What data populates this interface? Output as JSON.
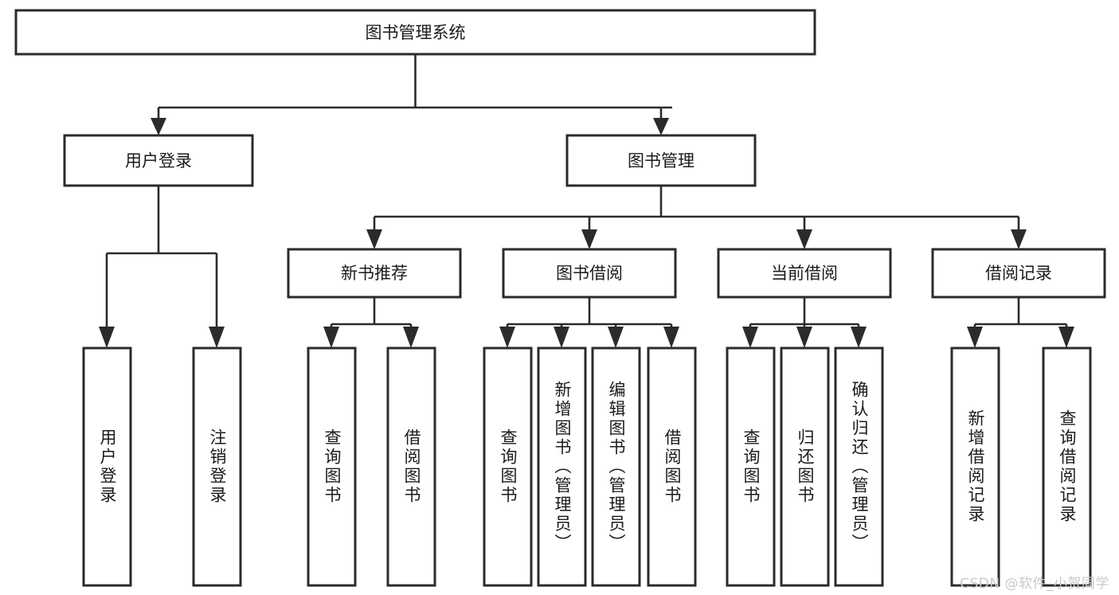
{
  "diagram": {
    "title": "图书管理系统",
    "type": "tree-hierarchy-chart",
    "watermark": "CSDN @软件_小贺同学",
    "colors": {
      "box_stroke": "#2b2b2b",
      "box_fill": "#ffffff",
      "text": "#1b1b1b",
      "connector": "#2b2b2b",
      "watermark": "#c9c9c9",
      "background": "#ffffff"
    },
    "root": {
      "label": "图书管理系统"
    },
    "level2": [
      {
        "id": "user-login",
        "label": "用户登录"
      },
      {
        "id": "book-manage",
        "label": "图书管理"
      }
    ],
    "level3": [
      {
        "id": "new-book-recommend",
        "label": "新书推荐",
        "parent": "book-manage"
      },
      {
        "id": "book-borrow",
        "label": "图书借阅",
        "parent": "book-manage"
      },
      {
        "id": "current-borrow",
        "label": "当前借阅",
        "parent": "book-manage"
      },
      {
        "id": "borrow-record",
        "label": "借阅记录",
        "parent": "book-manage"
      }
    ],
    "leaves": {
      "user-login": [
        {
          "id": "leaf-user-login",
          "label": "用户登录"
        },
        {
          "id": "leaf-logout",
          "label": "注销登录"
        }
      ],
      "new-book-recommend": [
        {
          "id": "leaf-query-book-1",
          "label": "查询图书"
        },
        {
          "id": "leaf-borrow-book-1",
          "label": "借阅图书"
        }
      ],
      "book-borrow": [
        {
          "id": "leaf-query-book-2",
          "label": "查询图书"
        },
        {
          "id": "leaf-add-book",
          "label": "新增图书（管理员）"
        },
        {
          "id": "leaf-edit-book",
          "label": "编辑图书（管理员）"
        },
        {
          "id": "leaf-borrow-book-2",
          "label": "借阅图书"
        }
      ],
      "current-borrow": [
        {
          "id": "leaf-query-book-3",
          "label": "查询图书"
        },
        {
          "id": "leaf-return-book",
          "label": "归还图书"
        },
        {
          "id": "leaf-confirm-return",
          "label": "确认归还（管理员）"
        }
      ],
      "borrow-record": [
        {
          "id": "leaf-add-record",
          "label": "新增借阅记录"
        },
        {
          "id": "leaf-query-record",
          "label": "查询借阅记录"
        }
      ]
    }
  }
}
